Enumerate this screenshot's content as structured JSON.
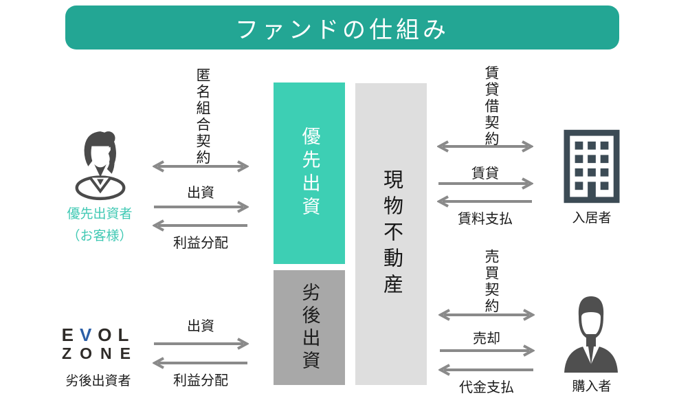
{
  "title": "ファンドの仕組み",
  "colors": {
    "banner_teal": "#23a694",
    "senior_box_teal": "#3dcfb4",
    "junior_box_gray": "#a8a8a8",
    "asset_box_gray": "#dedede",
    "teal_label": "#41c9b4",
    "arrow_gray": "#8a8a8a",
    "person_icon_dark": "#4a4a4a",
    "building_icon_dark": "#3c4b55",
    "logo_blue": "#2b5fa7"
  },
  "center": {
    "senior_box": "優先出資",
    "junior_box": "劣後出資",
    "asset_box": "現物不動産"
  },
  "left_top": {
    "contract": "匿名組合契約",
    "invest": "出資",
    "profit": "利益分配",
    "actor": "優先出資者",
    "actor_sub": "（お客様）"
  },
  "left_bottom": {
    "invest": "出資",
    "profit": "利益分配",
    "actor": "劣後出資者",
    "logo": {
      "p1": "E",
      "v": "V",
      "p2": "OL",
      "line2": "ZONE"
    }
  },
  "right_top": {
    "contract": "賃貸借契約",
    "lease": "賃貸",
    "rent_payment": "賃料支払",
    "actor": "入居者"
  },
  "right_bottom": {
    "contract": "売買契約",
    "sale": "売却",
    "payment": "代金支払",
    "actor": "購入者"
  }
}
